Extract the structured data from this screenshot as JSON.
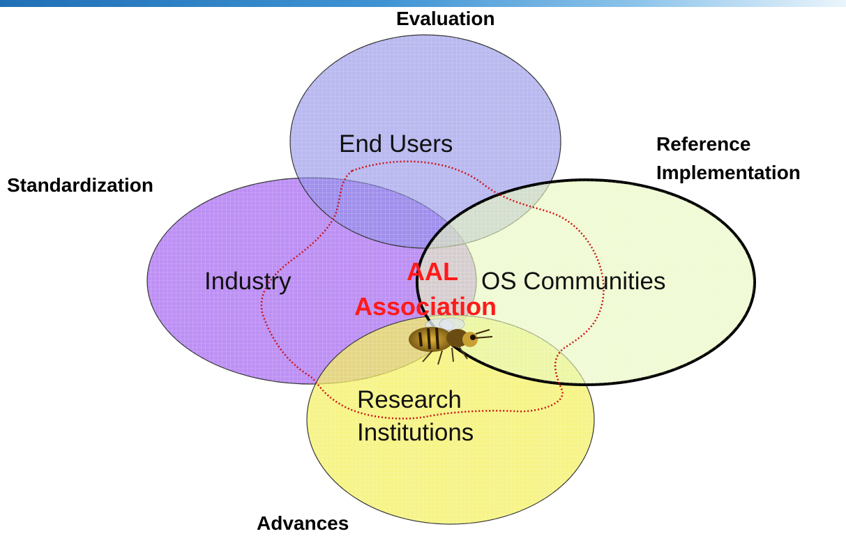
{
  "colors": {
    "top_bar": "#2f7fc4",
    "end_users_fill": "#8e8ee6",
    "industry_fill": "#b27cf2",
    "os_communities_fill": "#e6f6b8",
    "research_fill": "#f3f05a",
    "association_outline": "#cc1111",
    "association_text": "#ff1a1a"
  },
  "diagram": {
    "outer_labels": {
      "evaluation": "Evaluation",
      "standardization": "Standardization",
      "reference_line1": "Reference",
      "reference_line2": "Implementation",
      "advances": "Advances"
    },
    "circles": {
      "end_users": "End Users",
      "industry": "Industry",
      "os_communities": "OS Communities",
      "research_line1": "Research",
      "research_line2": "Institutions"
    },
    "center": {
      "line1": "AAL",
      "line2": "Association"
    },
    "icons": [
      "wasp-icon"
    ]
  }
}
